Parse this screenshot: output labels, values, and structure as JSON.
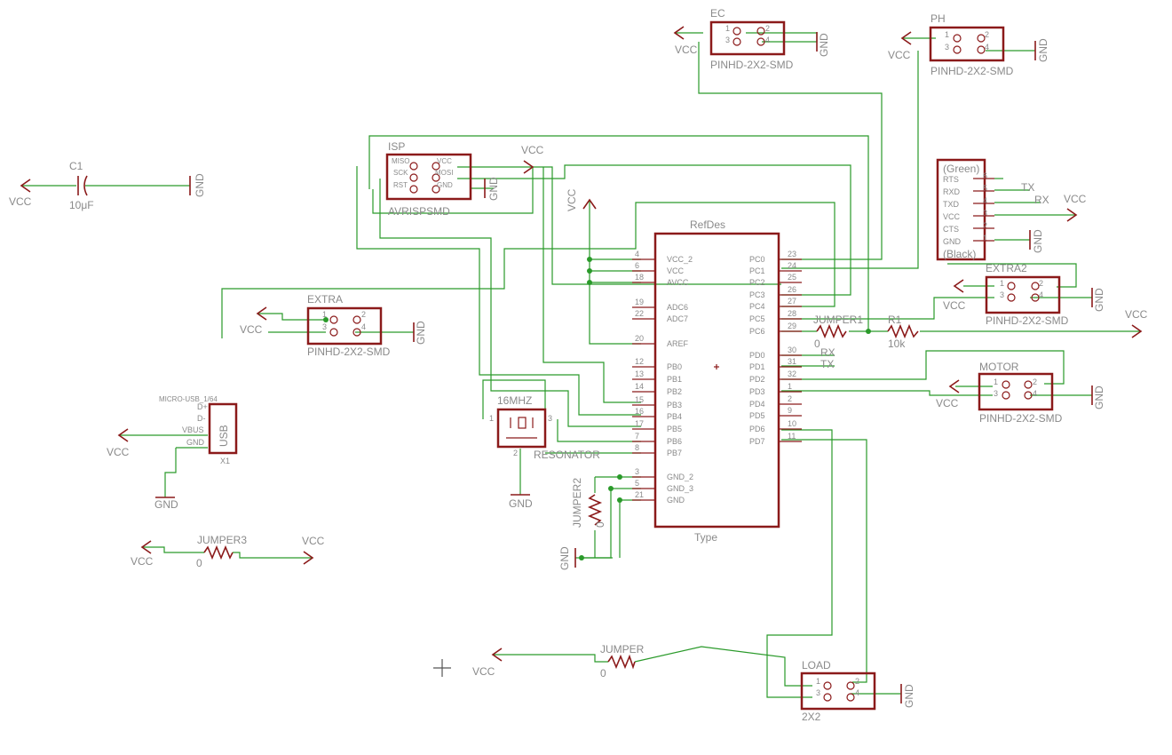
{
  "mcu": {
    "refdes": "RefDes",
    "type": "Type",
    "left_pins": [
      {
        "num": "4",
        "name": "VCC_2"
      },
      {
        "num": "6",
        "name": "VCC"
      },
      {
        "num": "18",
        "name": "AVCC"
      },
      {
        "num": "19",
        "name": "ADC6"
      },
      {
        "num": "22",
        "name": "ADC7"
      },
      {
        "num": "20",
        "name": "AREF"
      },
      {
        "num": "12",
        "name": "PB0"
      },
      {
        "num": "13",
        "name": "PB1"
      },
      {
        "num": "14",
        "name": "PB2"
      },
      {
        "num": "15",
        "name": "PB3"
      },
      {
        "num": "16",
        "name": "PB4"
      },
      {
        "num": "17",
        "name": "PB5"
      },
      {
        "num": "7",
        "name": "PB6"
      },
      {
        "num": "8",
        "name": "PB7"
      },
      {
        "num": "3",
        "name": "GND_2"
      },
      {
        "num": "5",
        "name": "GND_3"
      },
      {
        "num": "21",
        "name": "GND"
      }
    ],
    "right_pins": [
      {
        "num": "23",
        "name": "PC0"
      },
      {
        "num": "24",
        "name": "PC1"
      },
      {
        "num": "25",
        "name": "PC2"
      },
      {
        "num": "26",
        "name": "PC3"
      },
      {
        "num": "27",
        "name": "PC4"
      },
      {
        "num": "28",
        "name": "PC5"
      },
      {
        "num": "29",
        "name": "PC6"
      },
      {
        "num": "30",
        "name": "PD0"
      },
      {
        "num": "31",
        "name": "PD1"
      },
      {
        "num": "32",
        "name": "PD2"
      },
      {
        "num": "1",
        "name": "PD3"
      },
      {
        "num": "2",
        "name": "PD4"
      },
      {
        "num": "9",
        "name": "PD5"
      },
      {
        "num": "10",
        "name": "PD6"
      },
      {
        "num": "11",
        "name": "PD7"
      }
    ]
  },
  "headers": {
    "ec": {
      "name": "EC",
      "value": "PINHD-2X2-SMD"
    },
    "ph": {
      "name": "PH",
      "value": "PINHD-2X2-SMD"
    },
    "extra": {
      "name": "EXTRA",
      "value": "PINHD-2X2-SMD"
    },
    "extra2": {
      "name": "EXTRA2",
      "value": "PINHD-2X2-SMD"
    },
    "motor": {
      "name": "MOTOR",
      "value": "PINHD-2X2-SMD"
    },
    "load": {
      "name": "LOAD",
      "value": "2X2"
    },
    "pin_numbers": [
      "1",
      "2",
      "3",
      "4"
    ]
  },
  "isp": {
    "name": "ISP",
    "value": "AVRISPSMD",
    "pins": [
      "MISO",
      "SCK",
      "RST",
      "VCC",
      "MOSI",
      "GND"
    ]
  },
  "ftdi": {
    "top": "(Green)",
    "bottom": "(Black)",
    "pins": [
      {
        "name": "RTS",
        "num": "6"
      },
      {
        "name": "RXD",
        "num": "5"
      },
      {
        "name": "TXD",
        "num": "4"
      },
      {
        "name": "VCC",
        "num": "3"
      },
      {
        "name": "CTS",
        "num": "2"
      },
      {
        "name": "GND",
        "num": "1"
      }
    ]
  },
  "usb": {
    "title": "MICRO-USB_1/64",
    "label": "USB",
    "ref": "X1",
    "pins": [
      "D+",
      "D-",
      "VBUS",
      "GND"
    ]
  },
  "c1": {
    "name": "C1",
    "value": "10μF"
  },
  "resonator": {
    "name": "16MHZ",
    "value": "RESONATOR",
    "pin1": "1",
    "pin2": "2",
    "pin3": "3"
  },
  "jumper1": {
    "name": "JUMPER1",
    "value": "0"
  },
  "r1": {
    "name": "R1",
    "value": "10k"
  },
  "jumper2": {
    "name": "JUMPER2",
    "value": "0"
  },
  "jumper3": {
    "name": "JUMPER3",
    "value": "0"
  },
  "jumper": {
    "name": "JUMPER",
    "value": "0"
  },
  "nets": {
    "vcc": "VCC",
    "gnd": "GND",
    "rx": "RX",
    "tx": "TX"
  },
  "colors": {
    "symbol": "#8b1a1a",
    "wire": "#2a9a2a",
    "text": "#8a8a8a"
  }
}
